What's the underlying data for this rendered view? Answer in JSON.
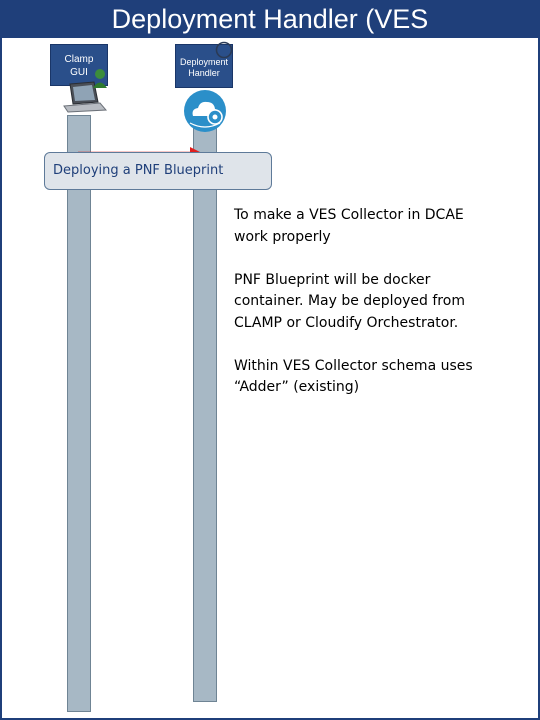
{
  "title": "Deployment Handler (VES",
  "actors": [
    {
      "label_line1": "Clamp",
      "label_line2": "GUI",
      "icon": "laptop-user-icon"
    },
    {
      "label_line1": "Deployment",
      "label_line2": "Handler",
      "icon": "cloud-gear-icon"
    }
  ],
  "message": {
    "arrow_color": "#e0201f",
    "label": "Deploying a PNF Blueprint"
  },
  "notes": [
    "To make a VES Collector in DCAE work properly",
    "PNF Blueprint will be docker container. May be deployed from CLAMP or Cloudify Orchestrator.",
    "Within VES Collector schema uses “Adder” (existing)"
  ],
  "colors": {
    "title_bar": "#1f3f7a",
    "actor_box": "#2a4f8a",
    "lifeline": "#a7b8c5",
    "cloud_icon": "#2b8fc9"
  }
}
